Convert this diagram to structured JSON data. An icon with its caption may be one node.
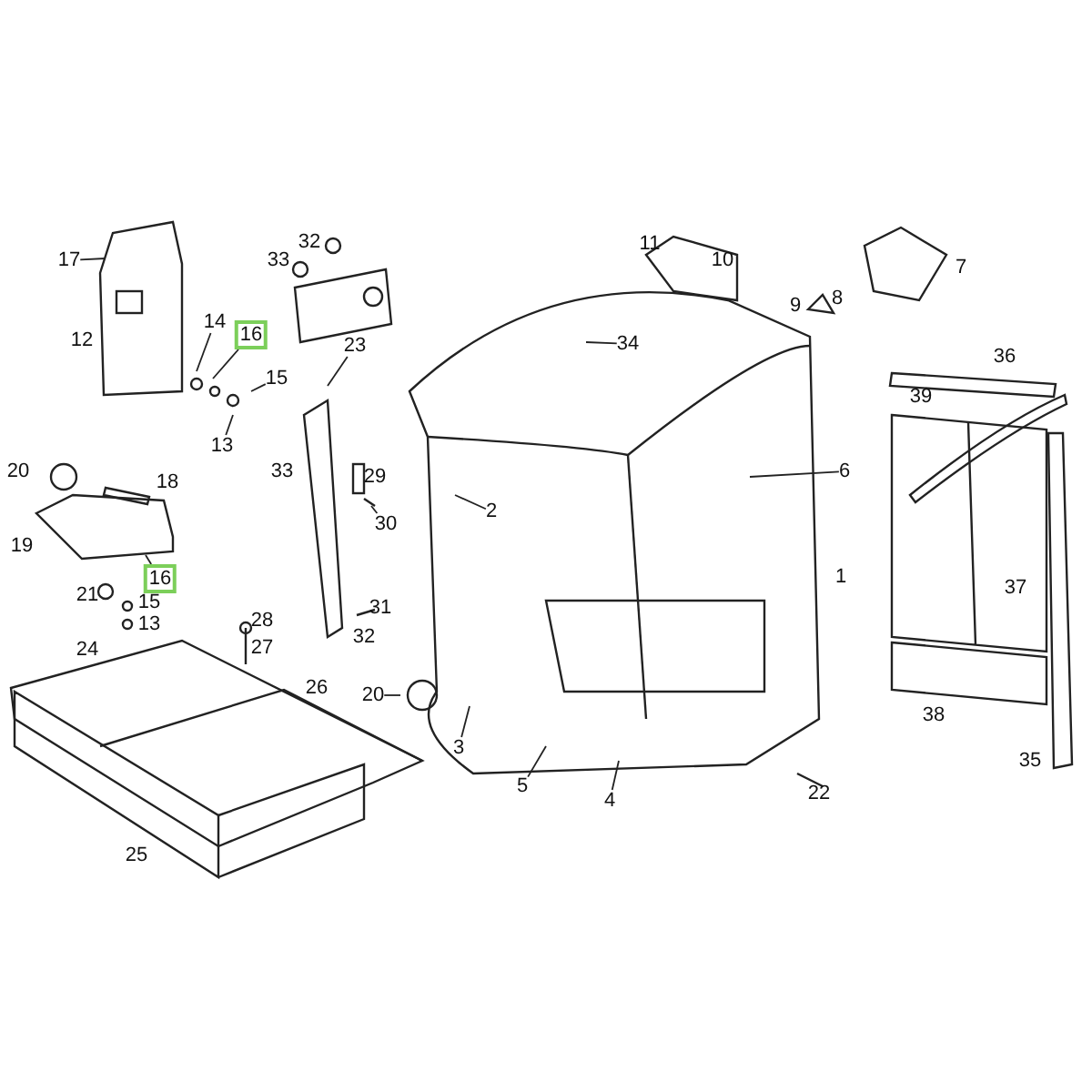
{
  "diagram": {
    "nodes": [
      {
        "text": [
          "17"
        ]
      },
      {
        "text": [
          "14"
        ]
      },
      {
        "text": [
          "16"
        ]
      },
      {
        "text": [
          "15"
        ]
      },
      {
        "text": [
          "13"
        ]
      },
      {
        "text": [
          "16"
        ]
      },
      {
        "text": [
          "2"
        ]
      },
      {
        "text": [
          "34"
        ]
      },
      {
        "text": [
          "6"
        ]
      },
      {
        "text": [
          "3"
        ]
      },
      {
        "text": [
          "5"
        ]
      },
      {
        "text": [
          "4"
        ]
      },
      {
        "text": [
          "20"
        ]
      },
      {
        "text": [
          "30"
        ]
      },
      {
        "text": [
          "23"
        ]
      }
    ],
    "edges": [
      {
        "from": 0,
        "to": null,
        "arrow": "none"
      },
      {
        "from": 1,
        "to": null,
        "arrow": "none"
      },
      {
        "from": 2,
        "to": null,
        "arrow": "none"
      },
      {
        "from": 3,
        "to": null,
        "arrow": "none"
      },
      {
        "from": 4,
        "to": null,
        "arrow": "none"
      },
      {
        "from": 5,
        "to": null,
        "arrow": "none"
      },
      {
        "from": 6,
        "to": null,
        "arrow": "none"
      },
      {
        "from": 7,
        "to": null,
        "arrow": "none"
      },
      {
        "from": 8,
        "to": null,
        "arrow": "none"
      },
      {
        "from": 9,
        "to": null,
        "arrow": "none"
      },
      {
        "from": 10,
        "to": null,
        "arrow": "none"
      },
      {
        "from": 11,
        "to": null,
        "arrow": "none"
      },
      {
        "from": 12,
        "to": null,
        "arrow": "none"
      },
      {
        "from": 13,
        "to": null,
        "arrow": "none"
      },
      {
        "from": 14,
        "to": null,
        "arrow": "none"
      }
    ],
    "labels": [
      "32",
      "33",
      "11",
      "10",
      "7",
      "9",
      "8",
      "12",
      "36",
      "39",
      "20",
      "18",
      "33",
      "29",
      "19",
      "1",
      "37",
      "21",
      "15",
      "13",
      "31",
      "28",
      "32",
      "27",
      "24",
      "26",
      "38",
      "35",
      "22",
      "25"
    ]
  }
}
